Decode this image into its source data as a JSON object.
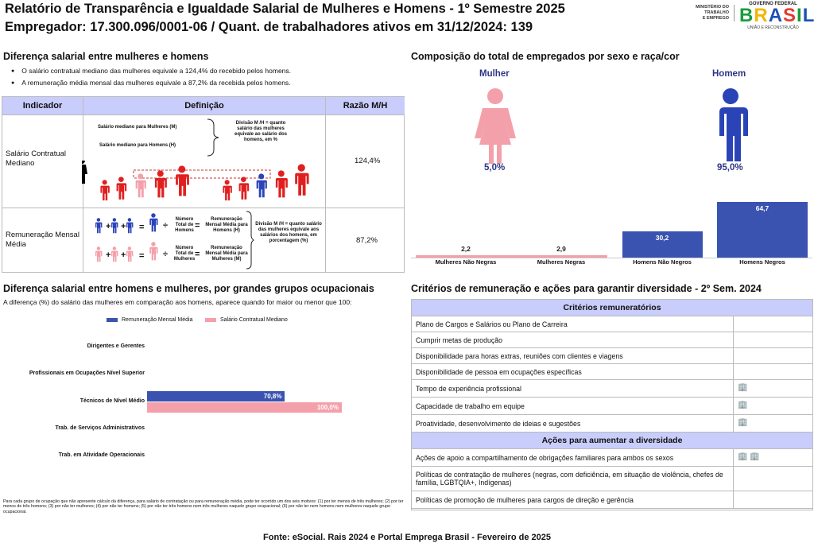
{
  "header": {
    "title": "Relatório de Transparência e Igualdade Salarial de Mulheres e Homens - 1º Semestre 2025",
    "employer_label": "Empregador: 17.300.096/0001-06",
    "separator": "/",
    "workers_label": "Quant. de trabalhadores ativos em 31/12/2024: 139"
  },
  "logos": {
    "ministry": [
      "MINISTÉRIO DO",
      "TRABALHO",
      "E EMPREGO"
    ],
    "gov_top": "GOVERNO FEDERAL",
    "gov_name": "BRASIL",
    "gov_tagline": "UNIÃO E RECONSTRUÇÃO"
  },
  "salary_diff": {
    "title": "Diferença salarial entre mulheres e homens",
    "bullets": [
      "O salário contratual mediano das mulheres equivale a 124,4% do recebido pelos homens.",
      "A remuneração média mensal das mulheres equivale a 87,2% da recebida pelos homens."
    ],
    "table": {
      "headers": [
        "Indicador",
        "Definição",
        "Razão M/H"
      ],
      "rows": [
        {
          "indicator": "Salário Contratual Mediano",
          "ratio": "124,4%",
          "def_women": "Salário mediano para Mulheres (M)",
          "def_men": "Salário mediano para Homens (H)",
          "def_note": "Divisão M /H = quanto salário das mulheres equivale ao salário dos homens, em %"
        },
        {
          "indicator": "Remuneração Mensal Média",
          "ratio": "87,2%",
          "total_men": "Número Total de Homens",
          "total_women": "Número Total de Mulheres",
          "result_men": "Remuneração Mensal Média para Homens (H)",
          "result_women": "Remuneração Mensal Média para Mulheres (M)",
          "def_note": "Divisão M /H = quanto salário das mulheres equivale aos salários dos homens, em porcentagem (%)"
        }
      ]
    }
  },
  "composition": {
    "title": "Composição do total de empregados por sexo e raça/cor",
    "women_label": "Mulher",
    "men_label": "Homem",
    "women_pct": "5,0%",
    "men_pct": "95,0%",
    "colors": {
      "women": "#f4a0ab",
      "men": "#2a44b8",
      "bar_women": "#f4a0ab",
      "bar_men": "#3a53b0"
    }
  },
  "occupations": {
    "title": "Diferença salarial entre homens e mulheres, por grandes grupos ocupacionais",
    "subtitle": "A diferença (%) do salário das mulheres em comparação aos homens, aparece quando for maior ou menor que 100:",
    "footnote": "Para cada grupo de ocupação que não apresente cálculo da diferença, para salário de contratação ou para remuneração média, pode ter ocorrido um dos seis motivos: (1) por ter menos de três mulheres; (2) por ter menos de três homens; (3) por não ter mulheres; (4) por não ter homens; (5) por não ter três homens nem três mulheres naquele grupo ocupacional; (6) por não ter nem homens nem mulheres naquele grupo ocupacional."
  },
  "criteria": {
    "title": "Critérios de remuneração e ações para garantir diversidade - 2º Sem. 2024",
    "header_remuneration": "Critérios remuneratórios",
    "remuneration_items": [
      {
        "label": "Plano de Cargos e Salários ou Plano de Carreira",
        "icons": ""
      },
      {
        "label": "Cumprir metas de produção",
        "icons": ""
      },
      {
        "label": "Disponibilidade para horas extras, reuniões com clientes e viagens",
        "icons": ""
      },
      {
        "label": "Disponibilidade de pessoa em ocupações específicas",
        "icons": ""
      },
      {
        "label": "Tempo de experiência profissional",
        "icons": "🏢"
      },
      {
        "label": "Capacidade de trabalho em equipe",
        "icons": "🏢"
      },
      {
        "label": "Proatividade, desenvolvimento de ideias e sugestões",
        "icons": "🏢"
      }
    ],
    "header_diversity": "Ações para aumentar a diversidade",
    "diversity_items": [
      {
        "label": "Ações de apoio a compartilhamento de obrigações familiares para ambos os sexos",
        "icons": "🏢 🏢"
      },
      {
        "label": "Políticas de contratação de mulheres (negras, com deficiência, em situação de violência, chefes de família, LGBTQIA+, Indígenas)",
        "icons": ""
      },
      {
        "label": "Políticas de promoção de mulheres para cargos de direção e gerência",
        "icons": ""
      }
    ]
  },
  "footer": {
    "source": "Fonte: eSocial. Rais 2024 e Portal Emprega Brasil - Fevereiro de 2025"
  },
  "chart_data": [
    {
      "type": "bar",
      "categories": [
        "Mulheres Não Negras",
        "Mulheres Negras",
        "Homens Não Negros",
        "Homens Negros"
      ],
      "values": [
        2.2,
        2.9,
        30.2,
        64.7
      ],
      "value_labels": [
        "2,2",
        "2,9",
        "30,2",
        "64,7"
      ],
      "ylim": [
        0,
        70
      ],
      "grid": false
    },
    {
      "type": "bar",
      "orientation": "horizontal",
      "categories": [
        "Dirigentes e Gerentes",
        "Profissionais em Ocupações Nível Superior",
        "Técnicos de Nível Médio",
        "Trab. de Serviços Administrativos",
        "Trab. em Atividade Operacionais"
      ],
      "series": [
        {
          "name": "Remuneração Mensal Média",
          "values": [
            null,
            null,
            70.8,
            null,
            null
          ],
          "labels": [
            "",
            "",
            "70,8%",
            "",
            ""
          ],
          "color": "#3a53b0"
        },
        {
          "name": "Salário Contratual Mediano",
          "values": [
            null,
            null,
            100.0,
            null,
            null
          ],
          "labels": [
            "",
            "",
            "100,0%",
            "",
            ""
          ],
          "color": "#f4a0ab"
        }
      ],
      "xlim": [
        0,
        100
      ],
      "legend": "top",
      "grid": false
    }
  ]
}
